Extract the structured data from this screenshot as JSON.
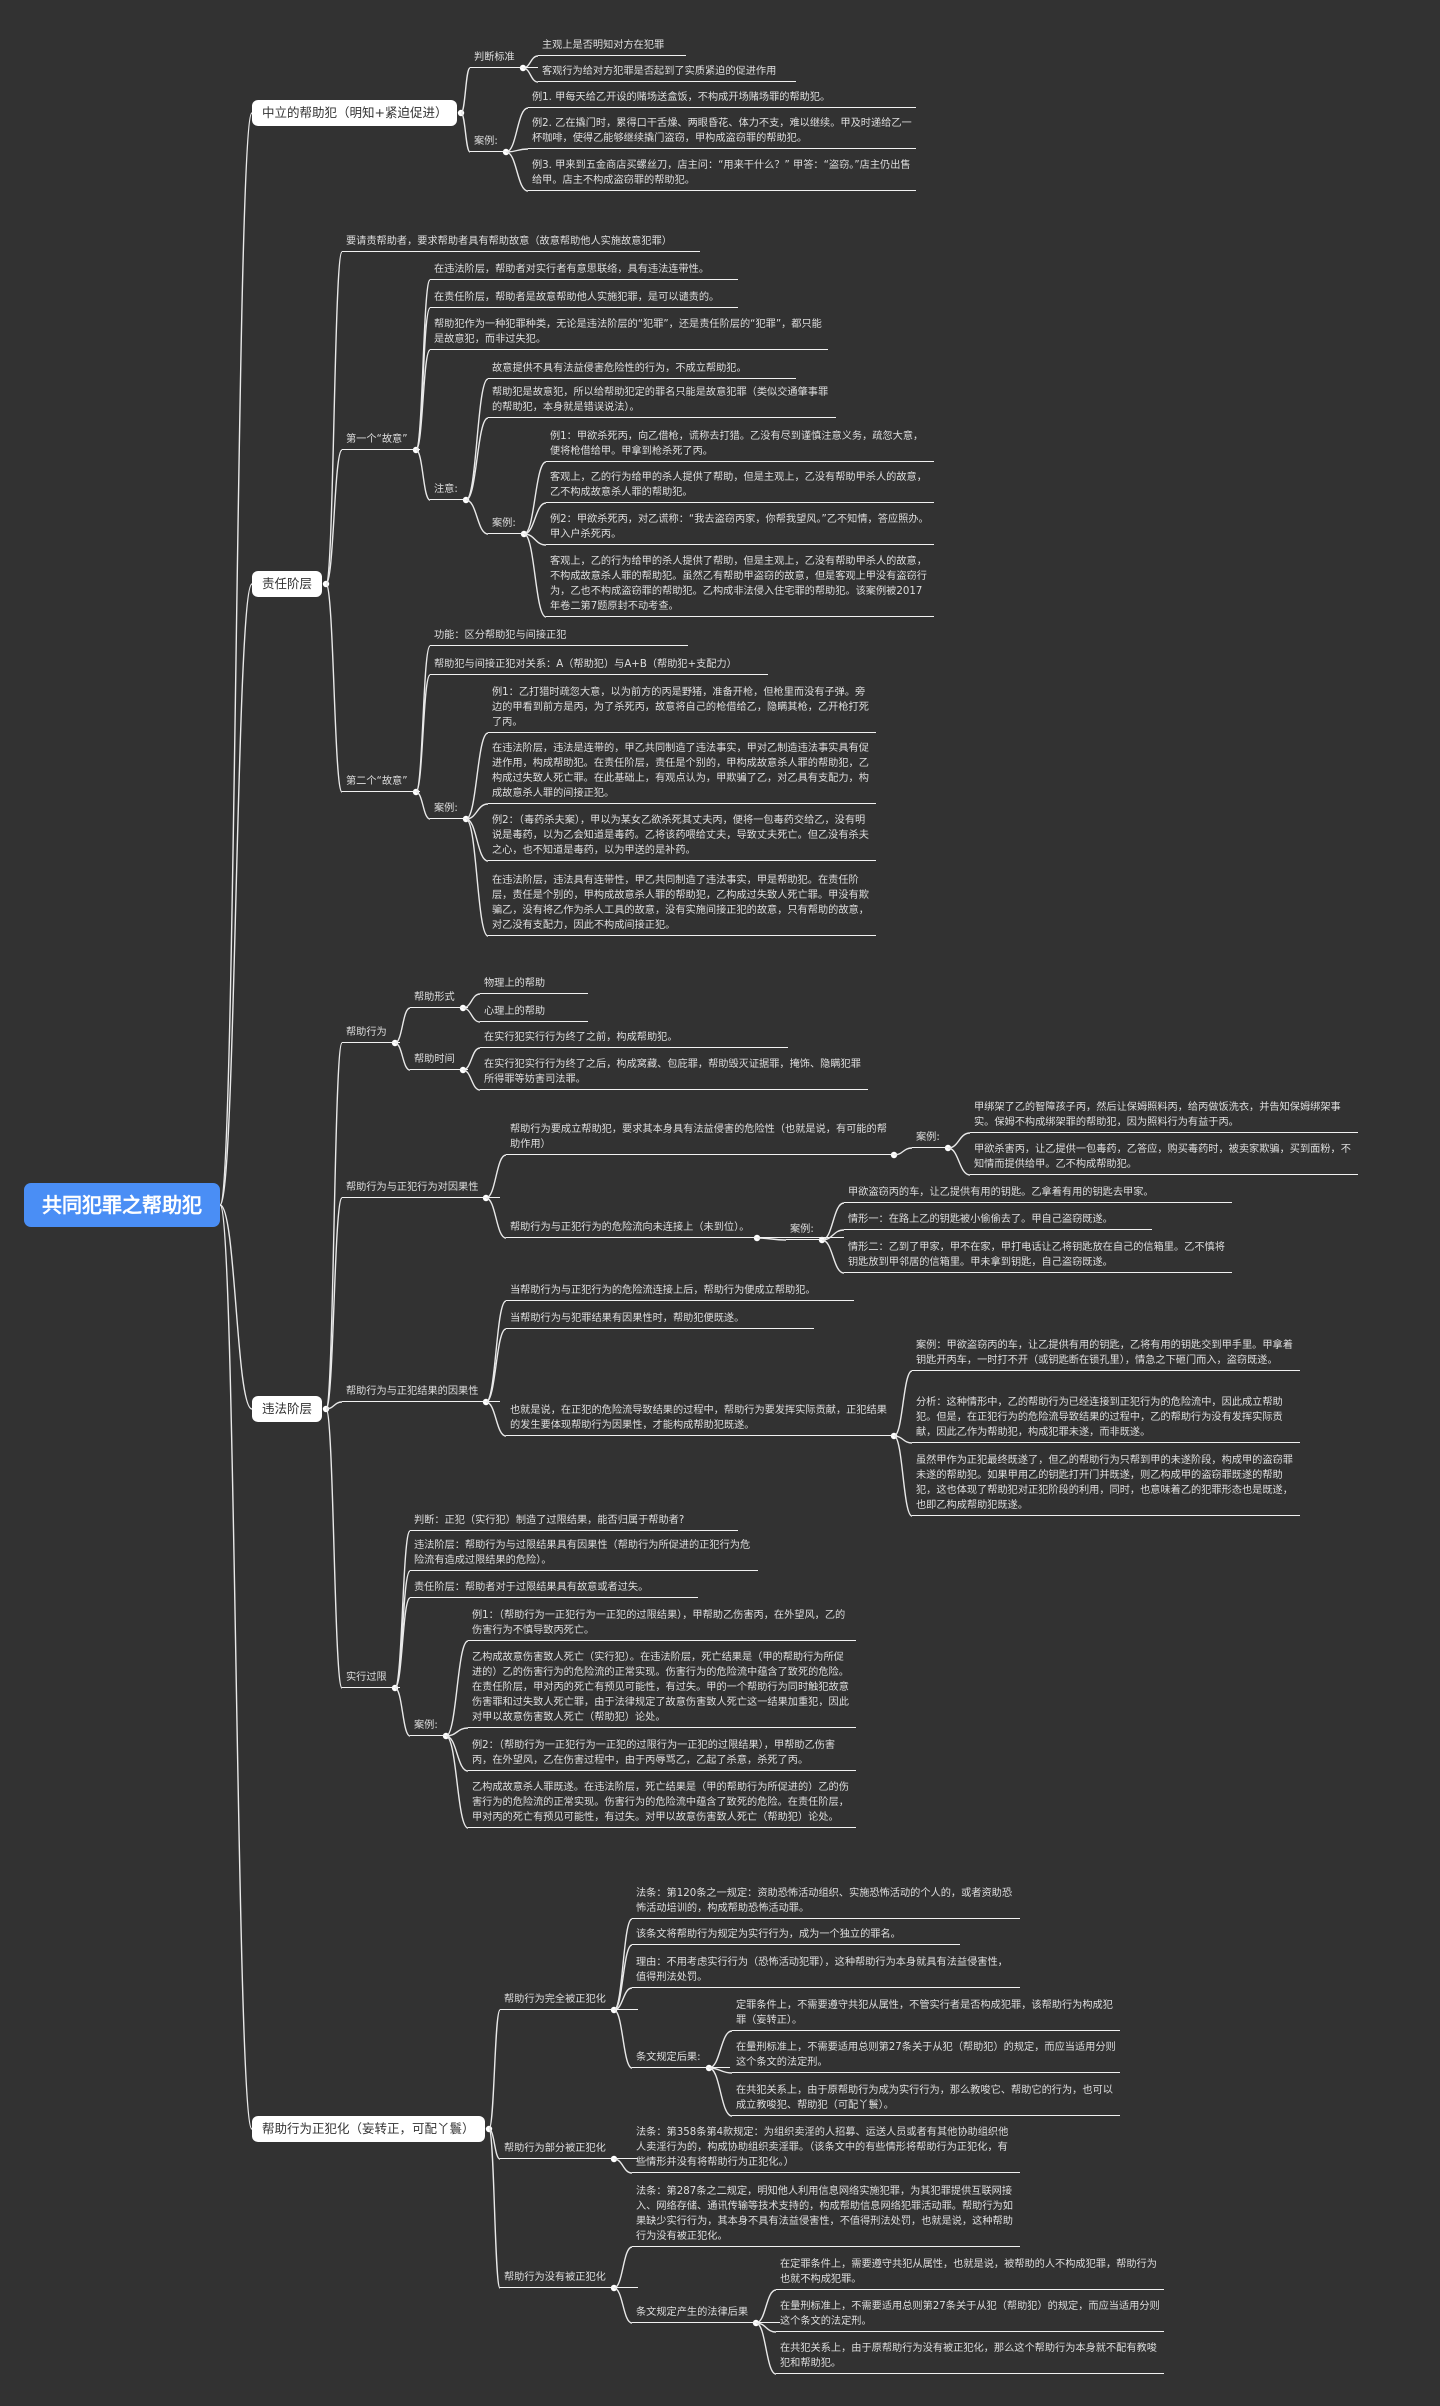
{
  "root": "共同犯罪之帮助犯",
  "branches": [
    {
      "label": "中立的帮助犯（明知+紧迫促进）",
      "children": [
        {
          "text": "判断标准",
          "children": [
            {
              "text": "主观上是否明知对方在犯罪"
            },
            {
              "text": "客观行为给对方犯罪是否起到了实质紧迫的促进作用"
            }
          ]
        },
        {
          "text": "案例:",
          "children": [
            {
              "text": "例1. 甲每天给乙开设的赌场送盒饭，不构成开场赌场罪的帮助犯。"
            },
            {
              "text": "例2. 乙在撬门时，累得口干舌燥、两眼昏花、体力不支，难以继续。甲及时递给乙一杯咖啡，使得乙能够继续撬门盗窃，甲构成盗窃罪的帮助犯。"
            },
            {
              "text": "例3. 甲来到五金商店买螺丝刀，店主问：“用来干什么？” 甲答：“盗窃。”店主仍出售给甲。店主不构成盗窃罪的帮助犯。"
            }
          ]
        }
      ]
    },
    {
      "label": "责任阶层",
      "children": [
        {
          "text": "要请责帮助者，要求帮助者具有帮助故意（故意帮助他人实施故意犯罪）"
        },
        {
          "text": "第一个“故意”",
          "children": [
            {
              "text": "在违法阶层，帮助者对实行者有意思联络，具有违法连带性。"
            },
            {
              "text": "在责任阶层，帮助者是故意帮助他人实施犯罪，是可以谴责的。"
            },
            {
              "text": "帮助犯作为一种犯罪种类，无论是违法阶层的“犯罪”，还是责任阶层的“犯罪”，都只能是故意犯，而非过失犯。"
            },
            {
              "text": "注意:",
              "children": [
                {
                  "text": "故意提供不具有法益侵害危险性的行为，不成立帮助犯。"
                },
                {
                  "text": "帮助犯是故意犯，所以给帮助犯定的罪名只能是故意犯罪（类似交通肇事罪的帮助犯，本身就是错误说法）。"
                },
                {
                  "text": "案例:",
                  "children": [
                    {
                      "text": "例1：甲欲杀死丙，向乙借枪，谎称去打猎。乙没有尽到谨慎注意义务，疏忽大意，便将枪借给甲。甲拿到枪杀死了丙。"
                    },
                    {
                      "text": "客观上，乙的行为给甲的杀人提供了帮助，但是主观上，乙没有帮助甲杀人的故意，乙不构成故意杀人罪的帮助犯。"
                    },
                    {
                      "text": "例2：甲欲杀死丙，对乙谎称：“我去盗窃丙家，你帮我望风。”乙不知情，答应照办。甲入户杀死丙。"
                    },
                    {
                      "text": "客观上，乙的行为给甲的杀人提供了帮助，但是主观上，乙没有帮助甲杀人的故意，不构成故意杀人罪的帮助犯。虽然乙有帮助甲盗窃的故意，但是客观上甲没有盗窃行为，乙也不构成盗窃罪的帮助犯。乙构成非法侵入住宅罪的帮助犯。该案例被2017年卷二第7题原封不动考查。"
                    }
                  ]
                }
              ]
            }
          ]
        },
        {
          "text": "第二个“故意”",
          "children": [
            {
              "text": "功能：区分帮助犯与间接正犯"
            },
            {
              "text": "帮助犯与间接正犯对关系：A（帮助犯）与A+B（帮助犯+支配力）"
            },
            {
              "text": "案例:",
              "children": [
                {
                  "text": "例1：乙打猎时疏忽大意，以为前方的丙是野猪，准备开枪，但枪里而没有子弹。旁边的甲看到前方是丙，为了杀死丙，故意将自己的枪借给乙，隐瞒其枪，乙开枪打死了丙。"
                },
                {
                  "text": "在违法阶层，违法是连带的，甲乙共同制造了违法事实，甲对乙制造违法事实具有促进作用，构成帮助犯。在责任阶层，责任是个别的，甲构成故意杀人罪的帮助犯，乙构成过失致人死亡罪。在此基础上，有观点认为，甲欺骗了乙，对乙具有支配力，构成故意杀人罪的间接正犯。"
                },
                {
                  "text": "例2：（毒药杀夫案），甲以为某女乙欲杀死其丈夫丙，便将一包毒药交给乙，没有明说是毒药，以为乙会知道是毒药。乙将该药喂给丈夫，导致丈夫死亡。但乙没有杀夫之心，也不知道是毒药，以为甲送的是补药。"
                },
                {
                  "text": "在违法阶层，违法具有连带性，甲乙共同制造了违法事实，甲是帮助犯。在责任阶层，责任是个别的，甲构成故意杀人罪的帮助犯，乙构成过失致人死亡罪。甲没有欺骗乙，没有将乙作为杀人工具的故意，没有实施间接正犯的故意，只有帮助的故意，对乙没有支配力，因此不构成间接正犯。"
                }
              ]
            }
          ]
        }
      ]
    },
    {
      "label": "违法阶层",
      "children": [
        {
          "text": "帮助行为",
          "children": [
            {
              "text": "帮助形式",
              "children": [
                {
                  "text": "物理上的帮助"
                },
                {
                  "text": "心理上的帮助"
                }
              ]
            },
            {
              "text": "帮助时间",
              "children": [
                {
                  "text": "在实行犯实行行为终了之前，构成帮助犯。"
                },
                {
                  "text": "在实行犯实行行为终了之后，构成窝藏、包庇罪，帮助毁灭证据罪，掩饰、隐瞒犯罪所得罪等妨害司法罪。"
                }
              ]
            }
          ]
        },
        {
          "text": "帮助行为与正犯行为对因果性",
          "children": [
            {
              "text": "帮助行为要成立帮助犯，要求其本身具有法益侵害的危险性（也就是说，有可能的帮助作用）",
              "children": [
                {
                  "text": "案例:",
                  "children": [
                    {
                      "text": "甲绑架了乙的智障孩子丙，然后让保姆照料丙，给丙做饭洗衣，并告知保姆绑架事实。保姆不构成绑架罪的帮助犯，因为照料行为有益于丙。"
                    },
                    {
                      "text": "甲欲杀害丙，让乙提供一包毒药，乙答应，购买毒药时，被卖家欺骗，买到面粉，不知情而提供给甲。乙不构成帮助犯。"
                    }
                  ]
                }
              ]
            },
            {
              "text": "帮助行为与正犯行为的危险流向未连接上（未到位）。",
              "children": [
                {
                  "text": "案例:",
                  "children": [
                    {
                      "text": "甲欲盗窃丙的车，让乙提供有用的钥匙。乙拿着有用的钥匙去甲家。"
                    },
                    {
                      "text": "情形一：在路上乙的钥匙被小偷偷去了。甲自己盗窃既遂。"
                    },
                    {
                      "text": "情形二：乙到了甲家，甲不在家，甲打电话让乙将钥匙放在自己的信箱里。乙不慎将钥匙放到甲邻居的信箱里。甲未拿到钥匙，自己盗窃既遂。"
                    }
                  ]
                }
              ]
            }
          ]
        },
        {
          "text": "帮助行为与正犯结果的因果性",
          "children": [
            {
              "text": "当帮助行为与正犯行为的危险流连接上后，帮助行为便成立帮助犯。"
            },
            {
              "text": "当帮助行为与犯罪结果有因果性时，帮助犯便既遂。"
            },
            {
              "text": "也就是说，在正犯的危险流导致结果的过程中，帮助行为要发挥实际贡献，正犯结果的发生要体现帮助行为因果性，才能构成帮助犯既遂。",
              "children": [
                {
                  "text": "案例：甲欲盗窃丙的车，让乙提供有用的钥匙，乙将有用的钥匙交到甲手里。甲拿着钥匙开丙车，一时打不开（或钥匙断在锁孔里），情急之下砸门而入，盗窃既遂。"
                },
                {
                  "text": "分析：这种情形中，乙的帮助行为已经连接到正犯行为的危险流中，因此成立帮助犯。但是，在正犯行为的危险流导致结果的过程中，乙的帮助行为没有发挥实际贡献，因此乙作为帮助犯，构成犯罪未遂，而非既遂。"
                },
                {
                  "text": "虽然甲作为正犯最终既遂了，但乙的帮助行为只帮到甲的未遂阶段，构成甲的盗窃罪未遂的帮助犯。如果甲用乙的钥匙打开门并既遂，则乙构成甲的盗窃罪既遂的帮助犯，这也体现了帮助犯对正犯阶段的利用，同时，也意味着乙的犯罪形态也是既遂，也即乙构成帮助犯既遂。"
                }
              ]
            }
          ]
        },
        {
          "text": "实行过限",
          "children": [
            {
              "text": "判断：正犯（实行犯）制造了过限结果，能否归属于帮助者?"
            },
            {
              "text": "违法阶层：帮助行为与过限结果具有因果性（帮助行为所促进的正犯行为危险流有造成过限结果的危险）。"
            },
            {
              "text": "责任阶层：帮助者对于过限结果具有故意或者过失。"
            },
            {
              "text": "案例:",
              "children": [
                {
                  "text": "例1：（帮助行为一正犯行为一正犯的过限结果），甲帮助乙伤害丙，在外望风，乙的伤害行为不慎导致丙死亡。"
                },
                {
                  "text": "乙构成故意伤害致人死亡（实行犯）。在违法阶层，死亡结果是（甲的帮助行为所促进的）乙的伤害行为的危险流的正常实现。伤害行为的危险流中蕴含了致死的危险。在责任阶层，甲对丙的死亡有预见可能性，有过失。甲的一个帮助行为同时触犯故意伤害罪和过失致人死亡罪，由于法律规定了故意伤害致人死亡这一结果加重犯，因此对甲以故意伤害致人死亡（帮助犯）论处。"
                },
                {
                  "text": "例2：（帮助行为一正犯行为一正犯的过限行为一正犯的过限结果），甲帮助乙伤害丙，在外望风，乙在伤害过程中，由于丙辱骂乙，乙起了杀意，杀死了丙。"
                },
                {
                  "text": "乙构成故意杀人罪既遂。在违法阶层，死亡结果是（甲的帮助行为所促进的）乙的伤害行为的危险流的正常实现。伤害行为的危险流中蕴含了致死的危险。在责任阶层，甲对丙的死亡有预见可能性，有过失。对甲以故意伤害致人死亡（帮助犯）论处。"
                }
              ]
            }
          ]
        }
      ]
    },
    {
      "label": "帮助行为正犯化（妄转正，可配丫鬟）",
      "children": [
        {
          "text": "帮助行为完全被正犯化",
          "children": [
            {
              "text": "法条：第120条之一规定：资助恐怖活动组织、实施恐怖活动的个人的，或者资助恐怖活动培训的，构成帮助恐怖活动罪。"
            },
            {
              "text": "该条文将帮助行为规定为实行行为，成为一个独立的罪名。"
            },
            {
              "text": "理由：不用考虑实行行为（恐怖活动犯罪），这种帮助行为本身就具有法益侵害性，值得刑法处罚。"
            },
            {
              "text": "条文规定后果:",
              "children": [
                {
                  "text": "定罪条件上，不需要遵守共犯从属性，不管实行者是否构成犯罪，该帮助行为构成犯罪（妄转正）。"
                },
                {
                  "text": "在量刑标准上，不需要适用总则第27条关于从犯（帮助犯）的规定，而应当适用分则这个条文的法定刑。"
                },
                {
                  "text": "在共犯关系上，由于原帮助行为成为实行行为，那么教唆它、帮助它的行为，也可以成立教唆犯、帮助犯（可配丫鬟）。"
                }
              ]
            }
          ]
        },
        {
          "text": "帮助行为部分被正犯化",
          "children": [
            {
              "text": "法条：第358条第4款规定：为组织卖淫的人招募、运送人员或者有其他协助组织他人卖淫行为的，构成协助组织卖淫罪。（该条文中的有些情形将帮助行为正犯化，有些情形并没有将帮助行为正犯化。）"
            }
          ]
        },
        {
          "text": "帮助行为没有被正犯化",
          "children": [
            {
              "text": "法条：第287条之二规定，明知他人利用信息网络实施犯罪，为其犯罪提供互联网接入、网络存储、通讯传输等技术支持的，构成帮助信息网络犯罪活动罪。帮助行为如果缺少实行行为，其本身不具有法益侵害性，不值得刑法处罚，也就是说，这种帮助行为没有被正犯化。"
            },
            {
              "text": "条文规定产生的法律后果",
              "children": [
                {
                  "text": "在定罪条件上，需要遵守共犯从属性，也就是说，被帮助的人不构成犯罪，帮助行为也就不构成犯罪。"
                },
                {
                  "text": "在量刑标准上，不需要适用总则第27条关于从犯（帮助犯）的规定，而应当适用分则这个条文的法定刑。"
                },
                {
                  "text": "在共犯关系上，由于原帮助行为没有被正犯化，那么这个帮助行为本身就不配有教唆犯和帮助犯。"
                }
              ]
            }
          ]
        }
      ]
    }
  ]
}
